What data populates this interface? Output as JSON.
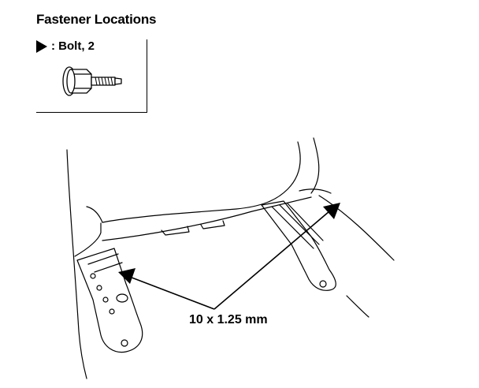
{
  "title": "Fastener Locations",
  "legend": {
    "label": ": Bolt, 2",
    "icon": "bolt-icon"
  },
  "callout": "10 x 1.25 mm",
  "colors": {
    "ink": "#000000",
    "background": "#ffffff"
  }
}
